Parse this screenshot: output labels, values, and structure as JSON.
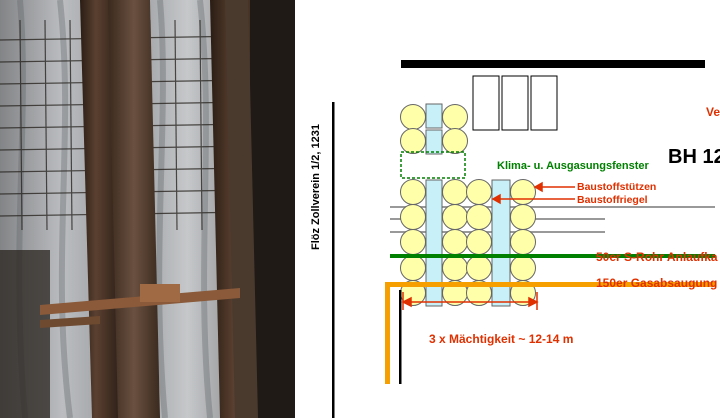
{
  "photo": {
    "description_icon": "mine-support-photo"
  },
  "diagram": {
    "seam_label": "Flöz Zollverein 1/2, 1231",
    "clipped_top_label": "Ve",
    "bh_label": "BH 12",
    "klima_label": "Klima- u. Ausgasungsfenster",
    "baustoffstuetzen_label": "Baustoffstützen",
    "baustoffriegel_label": "Baustoffriegel",
    "srohr_label": "50er S-Rohr Anlaufka",
    "gasabsaugung_label": "150er Gasabsaugung",
    "dimension_label": "3 x Mächtigkeit ~ 12-14 m",
    "colors": {
      "support_fill": "#ffffaa",
      "beam_fill": "#c8f0f8",
      "green_pipe": "#008000",
      "orange_pipe": "#f5a000",
      "red_label": "#e03000",
      "green_label": "#008000"
    }
  }
}
